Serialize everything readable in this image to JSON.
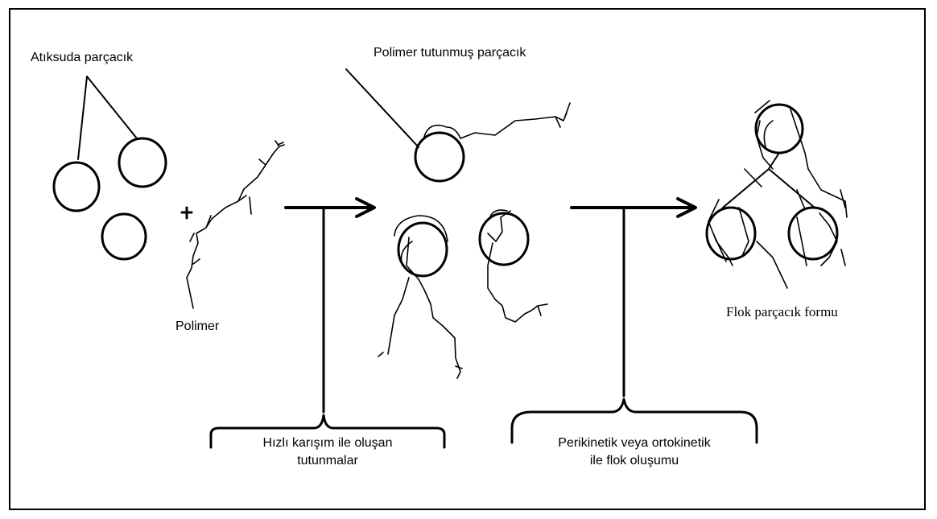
{
  "labels": {
    "particle_in_wastewater": "Atıksuda parçacık",
    "polymer": "Polimer",
    "polymer_attached_particle": "Polimer tutunmuş parçacık",
    "floc_particle_form": "Flok parçacık formu",
    "plus_sign": "+",
    "rapid_mixing_attachments_line1": "Hızlı karışım ile oluşan",
    "rapid_mixing_attachments_line2": "tutunmalar",
    "floc_formation_line1": "Perikinetik veya ortokinetik",
    "floc_formation_line2": "ile flok oluşumu"
  },
  "colors": {
    "stroke": "#000000",
    "background": "#ffffff"
  }
}
